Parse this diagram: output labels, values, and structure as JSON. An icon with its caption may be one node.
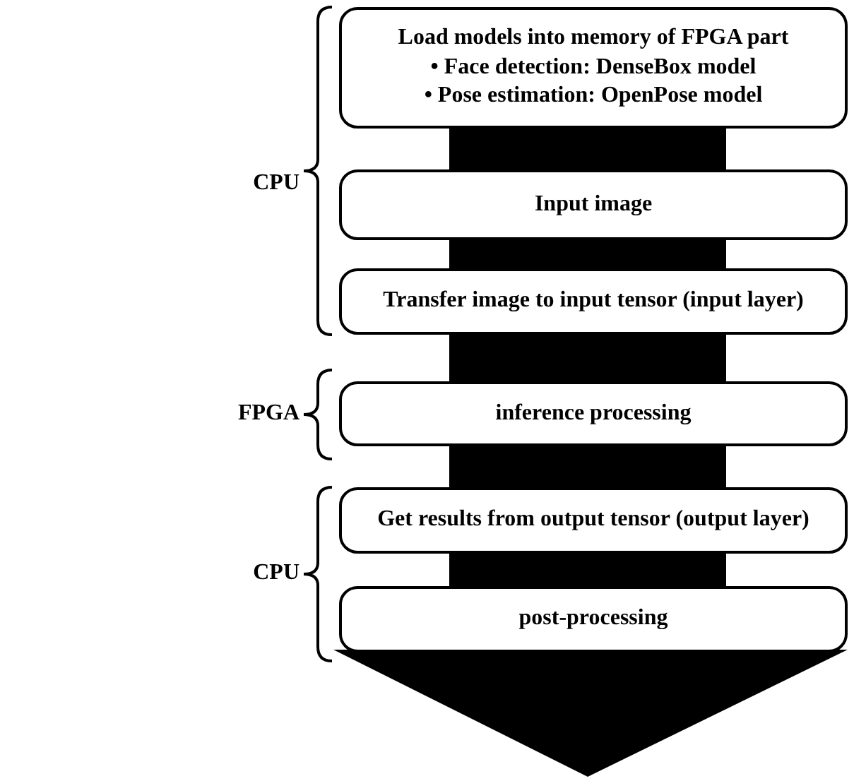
{
  "diagram": {
    "nodes": [
      {
        "text": [
          "Load models into memory of FPGA part",
          "• Face detection: DenseBox model",
          "• Pose estimation: OpenPose model"
        ]
      },
      {
        "text": [
          "Input image"
        ]
      },
      {
        "text": [
          "Transfer image to input tensor (input layer)"
        ]
      },
      {
        "text": [
          "inference processing"
        ]
      },
      {
        "text": [
          "Get results from output tensor (output layer)"
        ]
      },
      {
        "text": [
          "post-processing"
        ]
      }
    ],
    "edges": [
      {
        "from": 0,
        "to": 1,
        "arrow": "none",
        "style": "thick"
      },
      {
        "from": 1,
        "to": 2,
        "arrow": "none",
        "style": "thick"
      },
      {
        "from": 2,
        "to": 3,
        "arrow": "none",
        "style": "thick"
      },
      {
        "from": 3,
        "to": 4,
        "arrow": "none",
        "style": "thick"
      },
      {
        "from": 4,
        "to": 5,
        "arrow": "none",
        "style": "thick"
      },
      {
        "from": 5,
        "to": null,
        "arrow": "to",
        "style": "thick"
      }
    ],
    "labels": [
      "CPU",
      "FPGA",
      "CPU"
    ]
  }
}
